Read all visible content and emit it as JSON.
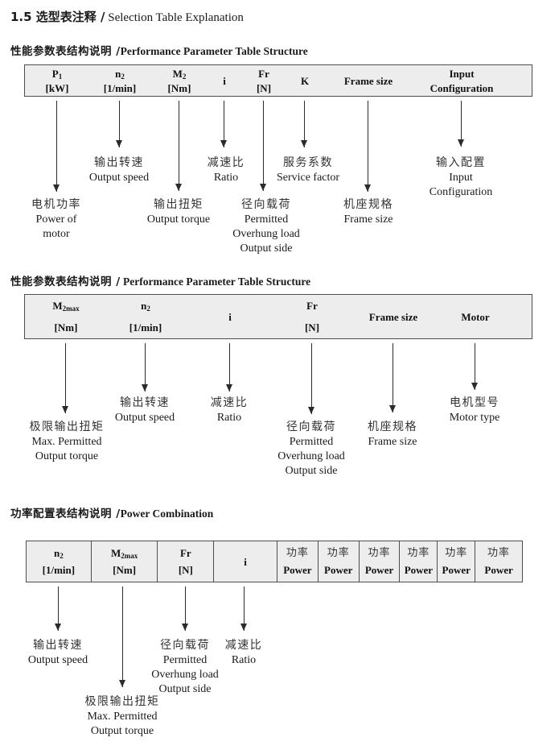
{
  "page": {
    "title": {
      "zh": "1.5 选型表注释 /",
      "en": " Selection Table Explanation"
    }
  },
  "sections": [
    {
      "heading": {
        "zh": "性能参数表结构说明 /",
        "en": "Performance Parameter Table Structure"
      },
      "table": {
        "cols": [
          {
            "sym": "P",
            "sub": "1",
            "unit": "[kW]"
          },
          {
            "sym": "n",
            "sub": "2",
            "unit": "[1/min]"
          },
          {
            "sym": "M",
            "sub": "2",
            "unit": "[Nm]"
          },
          {
            "sym": "i"
          },
          {
            "sym": "Fr",
            "unit": "[N]"
          },
          {
            "sym": "K"
          },
          {
            "sym": "Frame size"
          },
          {
            "sym": "Input",
            "unit": "Configuration"
          }
        ]
      },
      "labels": {
        "output_speed": {
          "zh": "输出转速",
          "en1": "Output speed"
        },
        "ratio": {
          "zh": "减速比",
          "en1": "Ratio"
        },
        "service_factor": {
          "zh": "服务系数",
          "en1": "Service factor"
        },
        "input_config": {
          "zh": "输入配置",
          "en1": "Input",
          "en2": "Configuration"
        },
        "motor_power": {
          "zh": "电机功率",
          "en1": "Power of",
          "en2": "motor"
        },
        "output_torque": {
          "zh": "输出扭矩",
          "en1": "Output torque"
        },
        "overhung_load": {
          "zh": "径向载荷",
          "en1": "Permitted",
          "en2": "Overhung load",
          "en3": "Output side"
        },
        "frame_size": {
          "zh": "机座规格",
          "en1": "Frame size"
        }
      }
    },
    {
      "heading": {
        "zh": "性能参数表结构说明 /",
        "en": " Performance Parameter Table Structure"
      },
      "table": {
        "cols": [
          {
            "sym": "M",
            "sub": "2max",
            "unit": "[Nm]"
          },
          {
            "sym": "n",
            "sub": "2",
            "unit": "[1/min]"
          },
          {
            "sym": "i"
          },
          {
            "sym": "Fr",
            "unit": "[N]"
          },
          {
            "sym": "Frame size"
          },
          {
            "sym": "Motor"
          }
        ]
      },
      "labels": {
        "max_torque": {
          "zh": "极限输出扭矩",
          "en1": "Max. Permitted",
          "en2": "Output  torque"
        },
        "output_speed": {
          "zh": "输出转速",
          "en1": "Output speed"
        },
        "ratio": {
          "zh": "减速比",
          "en1": "Ratio"
        },
        "overhung_load": {
          "zh": "径向载荷",
          "en1": "Permitted",
          "en2": "Overhung load",
          "en3": "Output side"
        },
        "frame_size": {
          "zh": "机座规格",
          "en1": "Frame size"
        },
        "motor_type": {
          "zh": "电机型号",
          "en1": "Motor type"
        }
      }
    },
    {
      "heading": {
        "zh": "功率配置表结构说明 /",
        "en": "Power Combination"
      },
      "table": {
        "cols": [
          {
            "sym": "n",
            "sub": "2",
            "unit": "[1/min]"
          },
          {
            "sym": "M",
            "sub": "2max",
            "unit": "[Nm]"
          },
          {
            "sym": "Fr",
            "unit": "[N]"
          },
          {
            "sym": "i"
          },
          {
            "zh": "功率",
            "unit": "Power"
          },
          {
            "zh": "功率",
            "unit": "Power"
          },
          {
            "zh": "功率",
            "unit": "Power"
          },
          {
            "zh": "功率",
            "unit": "Power"
          },
          {
            "zh": "功率",
            "unit": "Power"
          },
          {
            "zh": "功率",
            "unit": "Power"
          }
        ]
      },
      "labels": {
        "output_speed": {
          "zh": "输出转速",
          "en1": "Output speed"
        },
        "max_torque": {
          "zh": "极限输出扭矩",
          "en1": "Max. Permitted",
          "en2": "Output  torque"
        },
        "overhung_load": {
          "zh": "径向载荷",
          "en1": "Permitted",
          "en2": "Overhung load",
          "en3": "Output side"
        },
        "ratio": {
          "zh": "减速比",
          "en1": "Ratio"
        }
      }
    }
  ]
}
